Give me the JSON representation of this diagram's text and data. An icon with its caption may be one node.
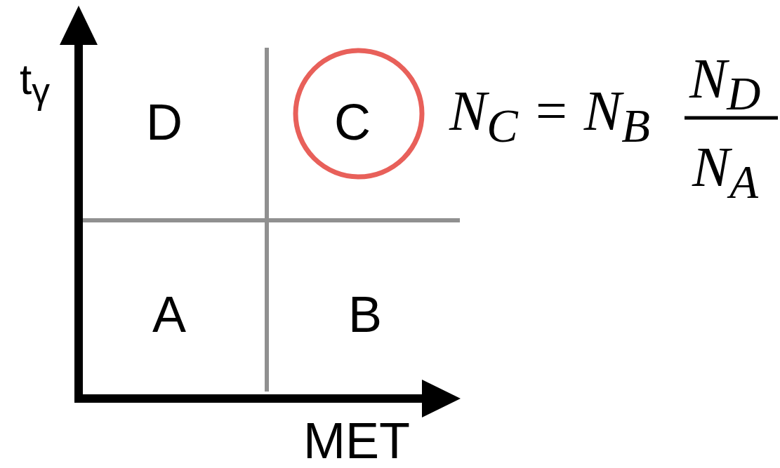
{
  "diagram": {
    "labels": [
      "t$_{γ}$",
      "D",
      "C",
      "A",
      "B",
      "MET",
      "N$_{C}$ = N$_{B}$",
      "N$_{D}$",
      "N$_{A}$"
    ]
  }
}
